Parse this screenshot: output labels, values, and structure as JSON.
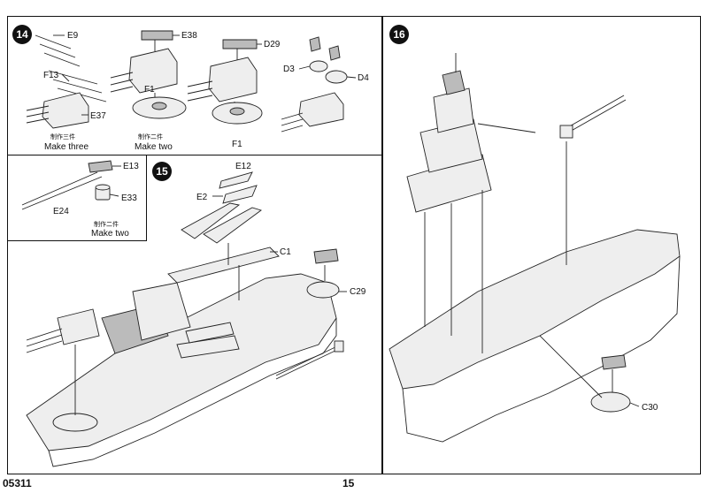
{
  "page_number": "15",
  "kit_code": "05311",
  "steps": [
    {
      "number": "14"
    },
    {
      "number": "15"
    },
    {
      "number": "16"
    }
  ],
  "step14": {
    "parts": [
      "E9",
      "F13",
      "E37",
      "E38",
      "D29",
      "F1",
      "F1",
      "D3",
      "D4"
    ],
    "note_cn_1": "制作三件",
    "note_en_1": "Make three",
    "note_cn_2": "制作二件",
    "note_en_2": "Make two"
  },
  "substep": {
    "parts": [
      "E13",
      "E33",
      "E24"
    ],
    "note_cn": "制作二件",
    "note_en": "Make two"
  },
  "step15": {
    "parts": [
      "E12",
      "E2",
      "C1",
      "C29"
    ]
  },
  "step16": {
    "parts": [
      "C30"
    ]
  }
}
